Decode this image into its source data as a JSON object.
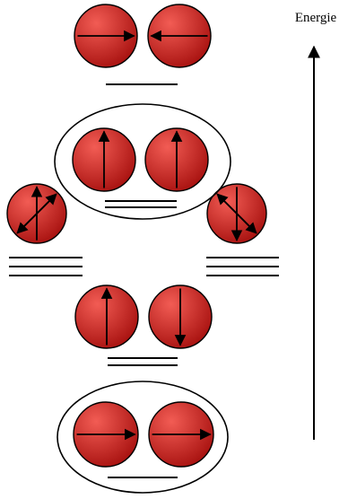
{
  "axis": {
    "label": "Energie",
    "direction": "up"
  },
  "colors": {
    "sphere_light": "#f25c54",
    "sphere_dark": "#a81210",
    "ink": "#000000",
    "background": "#ffffff"
  },
  "levels": [
    {
      "name": "level-1",
      "circled": true,
      "lines": 1,
      "spheres": [
        {
          "arrows": [
            "right"
          ]
        },
        {
          "arrows": [
            "right"
          ]
        }
      ]
    },
    {
      "name": "level-2",
      "circled": false,
      "lines": 2,
      "spheres": [
        {
          "arrows": [
            "up"
          ]
        },
        {
          "arrows": [
            "down"
          ]
        }
      ]
    },
    {
      "name": "level-3",
      "circled": false,
      "lines": 3,
      "spheres": [
        {
          "arrows": [
            "up",
            "diag-up-right",
            "diag-down-left"
          ]
        },
        {
          "arrows": [
            "down",
            "diag-up-left",
            "diag-down-right"
          ]
        }
      ]
    },
    {
      "name": "level-4",
      "circled": true,
      "lines": 2,
      "spheres": [
        {
          "arrows": [
            "up"
          ]
        },
        {
          "arrows": [
            "up"
          ]
        }
      ]
    },
    {
      "name": "level-5",
      "circled": false,
      "lines": 1,
      "spheres": [
        {
          "arrows": [
            "right"
          ]
        },
        {
          "arrows": [
            "left"
          ]
        }
      ]
    }
  ]
}
